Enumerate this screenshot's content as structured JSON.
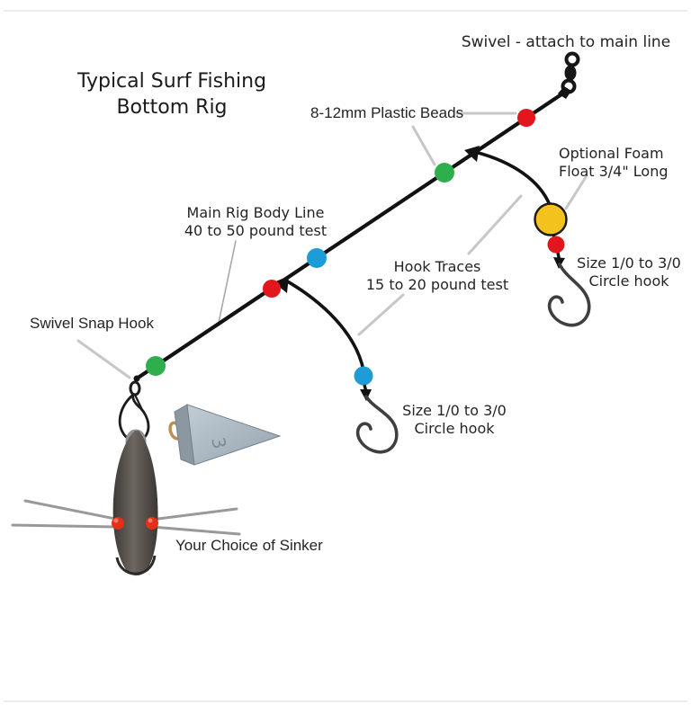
{
  "title": {
    "line1": "Typical Surf Fishing",
    "line2": "Bottom Rig"
  },
  "labels": {
    "swivel_attach": "Swivel - attach to main line",
    "plastic_beads": "8-12mm Plastic Beads",
    "foam_float": {
      "line1": "Optional Foam",
      "line2": "Float 3/4\" Long"
    },
    "main_body": {
      "line1": "Main Rig Body Line",
      "line2": "40 to 50 pound test"
    },
    "hook_traces": {
      "line1": "Hook Traces",
      "line2": "15 to 20 pound test"
    },
    "circle_hook_upper": {
      "line1": "Size 1/0 to 3/0",
      "line2": "Circle hook"
    },
    "circle_hook_lower": {
      "line1": "Size 1/0 to 3/0",
      "line2": "Circle hook"
    },
    "swivel_snap": "Swivel Snap Hook",
    "sinker_choice": "Your Choice of Sinker"
  },
  "sinker": {
    "pyramid_marking": "3"
  },
  "colors": {
    "bead_red": "#e3151d",
    "bead_green": "#2fae4e",
    "bead_blue": "#1e9cd7",
    "float_yellow": "#f4c21c",
    "small_bead_red": "#e33018",
    "line_black": "#121212",
    "pointer_gray": "#c7c7c7",
    "hook_gray": "#3f3f3f"
  }
}
